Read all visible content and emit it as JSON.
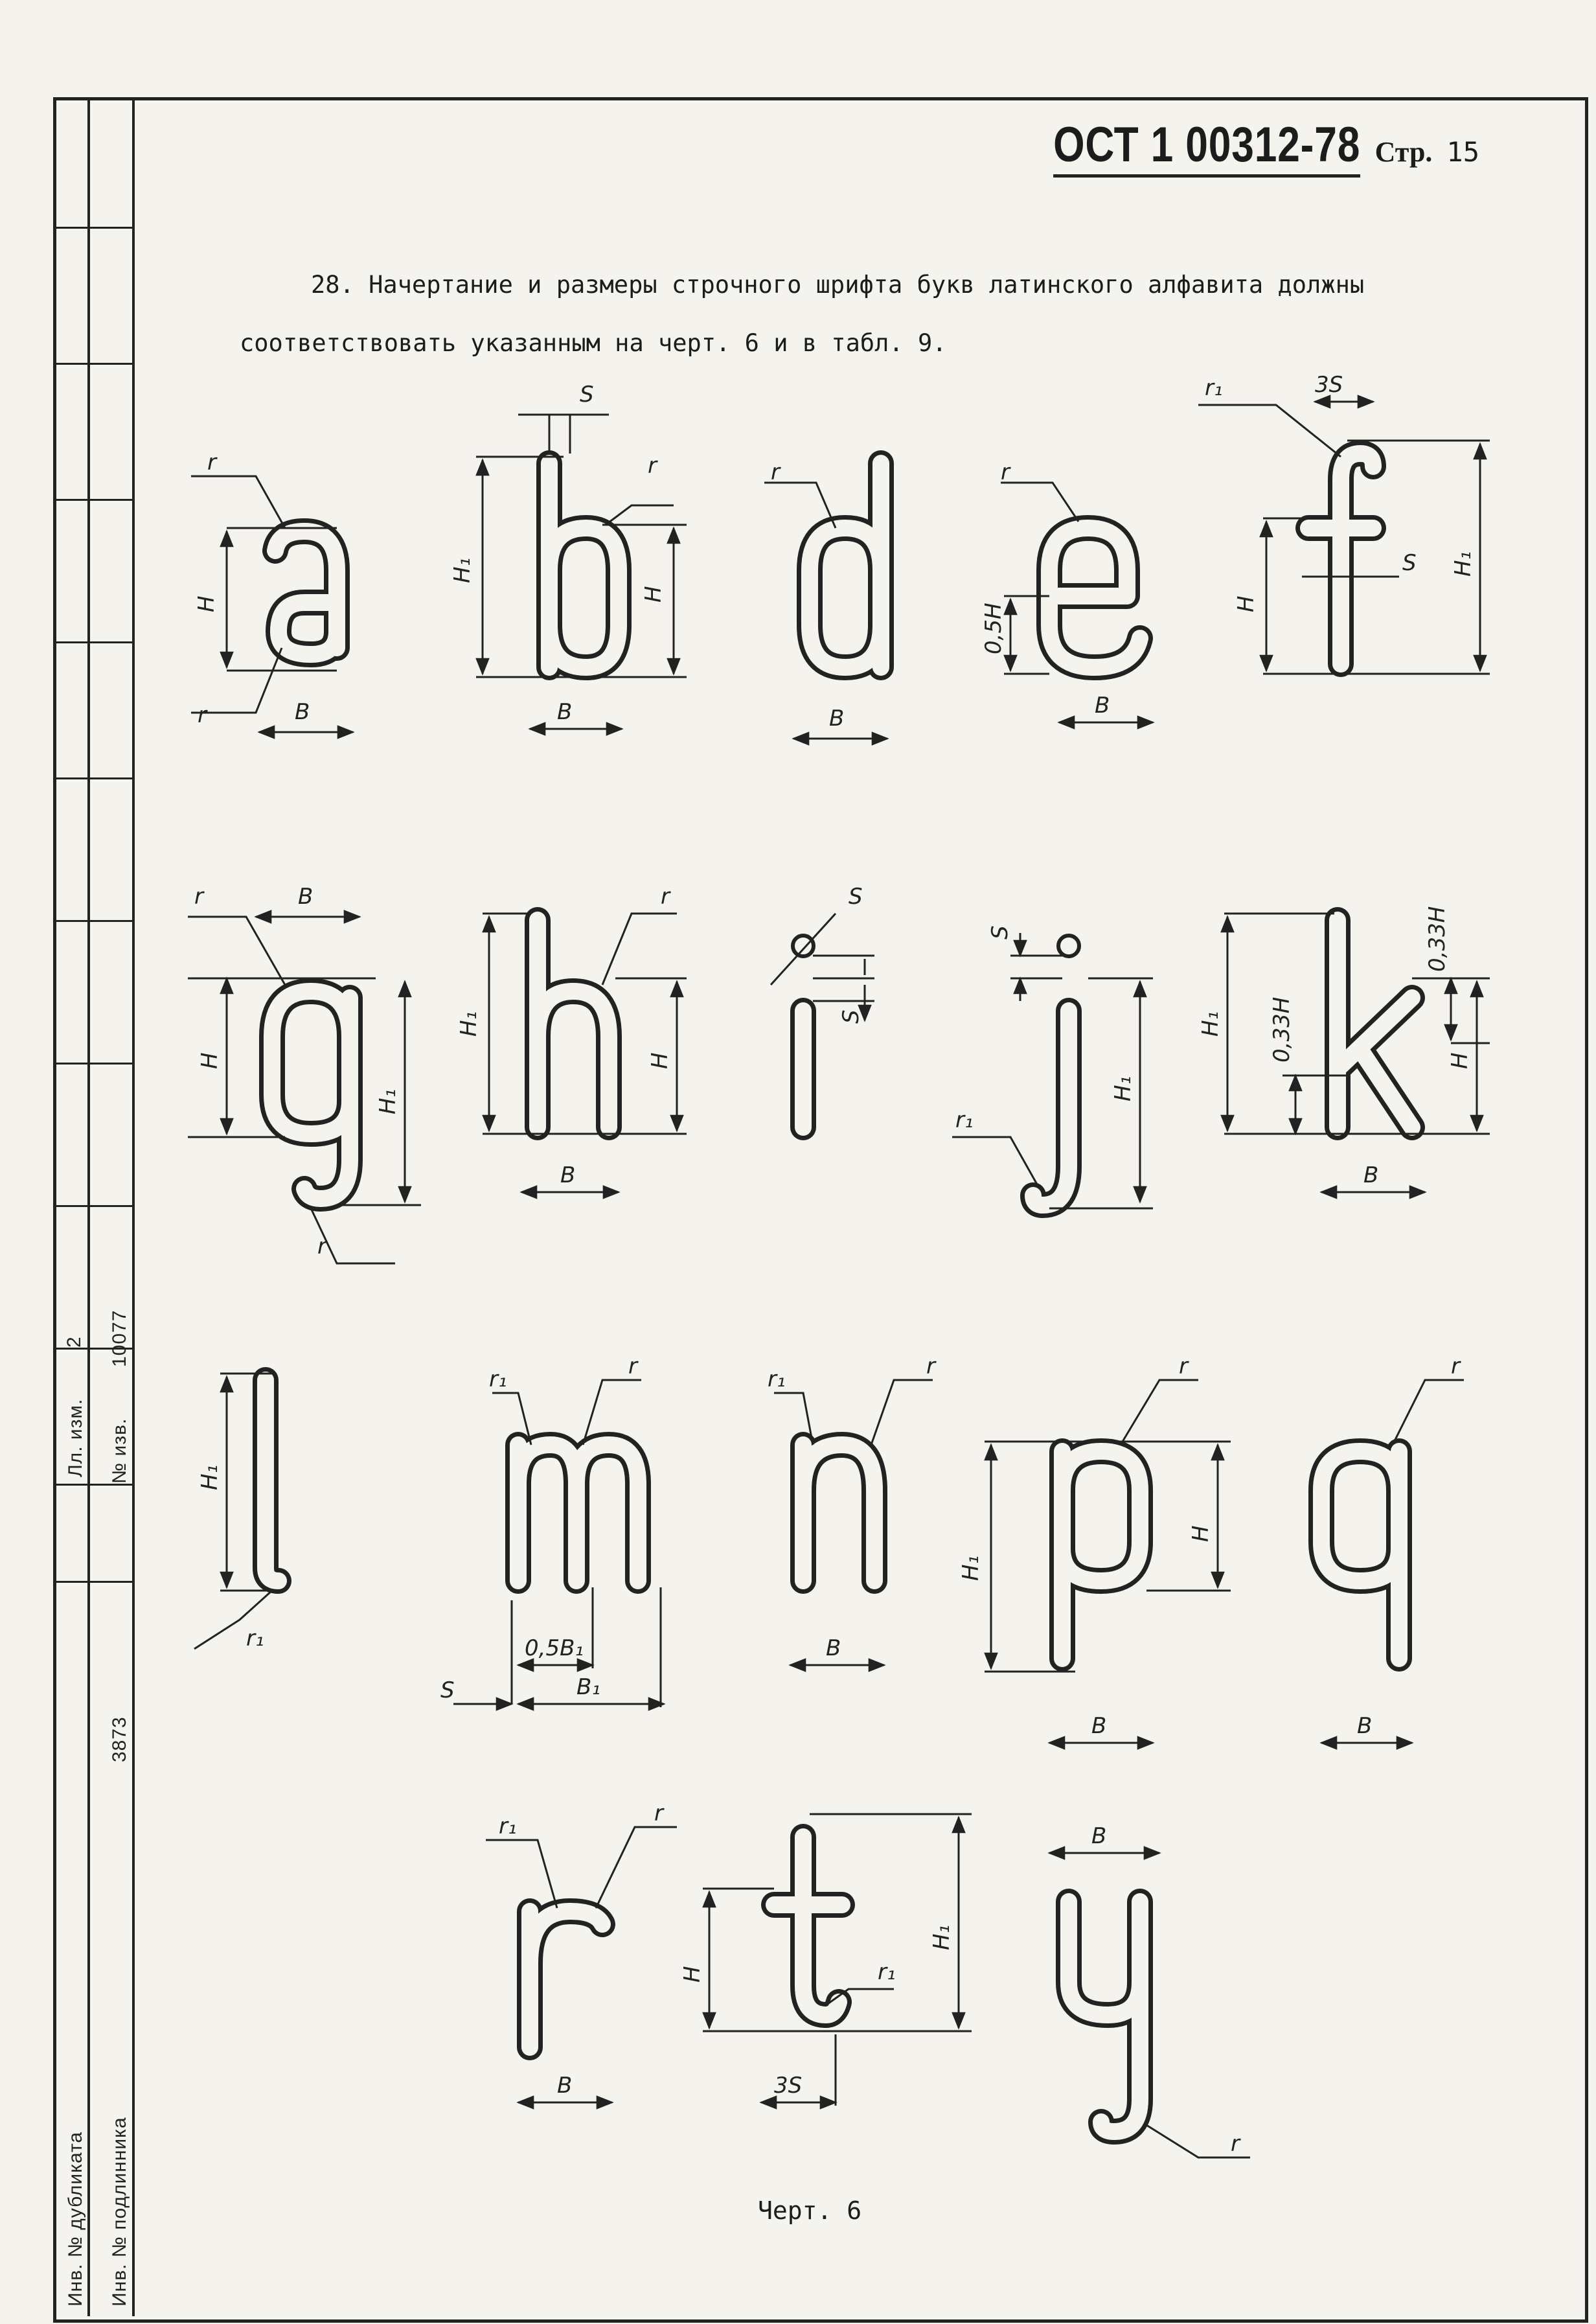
{
  "header": {
    "doc_code": "ОСТ 1 00312-78",
    "page_label": "Стр.",
    "page_number": "15"
  },
  "paragraph": {
    "text": "28. Начертание и размеры строчного шрифта букв латинского алфавита должны соответствовать указанным на черт. 6 и в табл. 9."
  },
  "figure": {
    "caption": "Черт. 6",
    "letters": [
      "a",
      "b",
      "d",
      "e",
      "f",
      "g",
      "h",
      "i",
      "j",
      "k",
      "l",
      "m",
      "n",
      "p",
      "q",
      "r",
      "t",
      "y"
    ],
    "dimension_labels": [
      "r",
      "r1",
      "H",
      "H1",
      "B",
      "B1",
      "S",
      "3S",
      "0,5H",
      "0,33H",
      "0,5B1"
    ]
  },
  "side_stamp": {
    "sheet_change_label": "Лл. изм.",
    "sheet_change_value": "2",
    "notice_label": "№ изв.",
    "notice_value": "10077",
    "duplicate_label": "Инв. № дубликата",
    "original_label": "Инв. № подлинника",
    "original_value": "3873"
  }
}
